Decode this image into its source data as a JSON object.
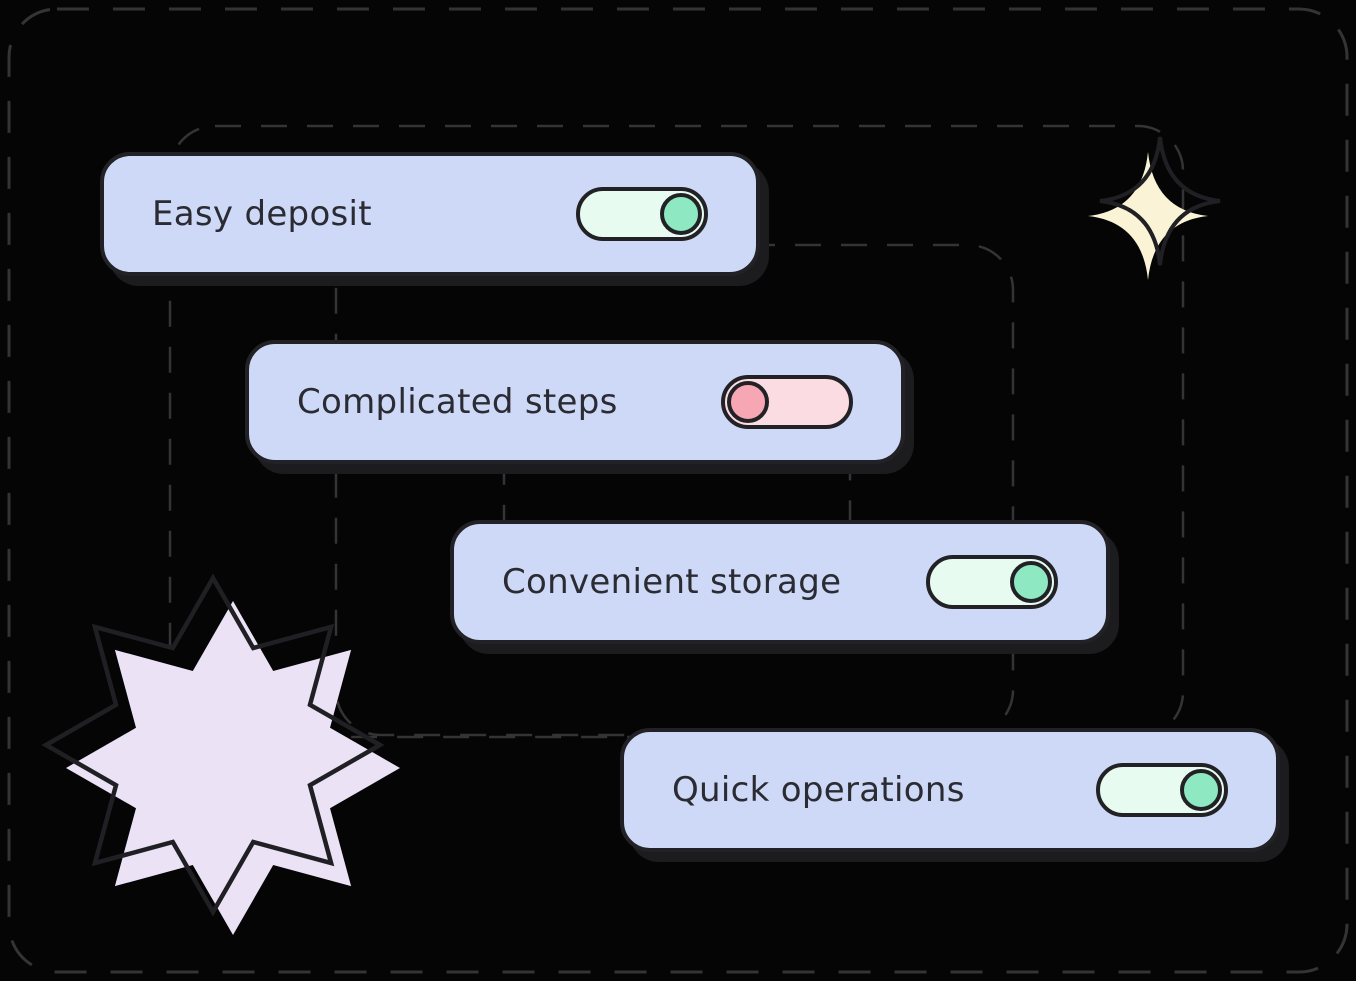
{
  "cards": [
    {
      "id": "easy-deposit",
      "label": "Easy deposit",
      "toggle_state": "on"
    },
    {
      "id": "complicated-steps",
      "label": "Complicated steps",
      "toggle_state": "off"
    },
    {
      "id": "convenient-storage",
      "label": "Convenient storage",
      "toggle_state": "on"
    },
    {
      "id": "quick-operations",
      "label": "Quick operations",
      "toggle_state": "on"
    }
  ],
  "decorations": {
    "sparkle_icon": "four-point-sparkle",
    "burst_icon": "eight-point-star-burst"
  },
  "colors": {
    "bg": "#050506",
    "card-bg": "#cdd9f6",
    "card-shadow": "#1c1c1f",
    "text": "#2b2b33",
    "outline": "#222226",
    "toggle-on-track": "#e7fbf0",
    "toggle-on-knob": "#8ee9c2",
    "toggle-off-track": "#fbdce2",
    "toggle-off-knob": "#f7a6b4",
    "dash": "#343434",
    "sparkle": "#faf3d6",
    "burst": "#ece2f6",
    "decor-stroke": "#202024"
  }
}
